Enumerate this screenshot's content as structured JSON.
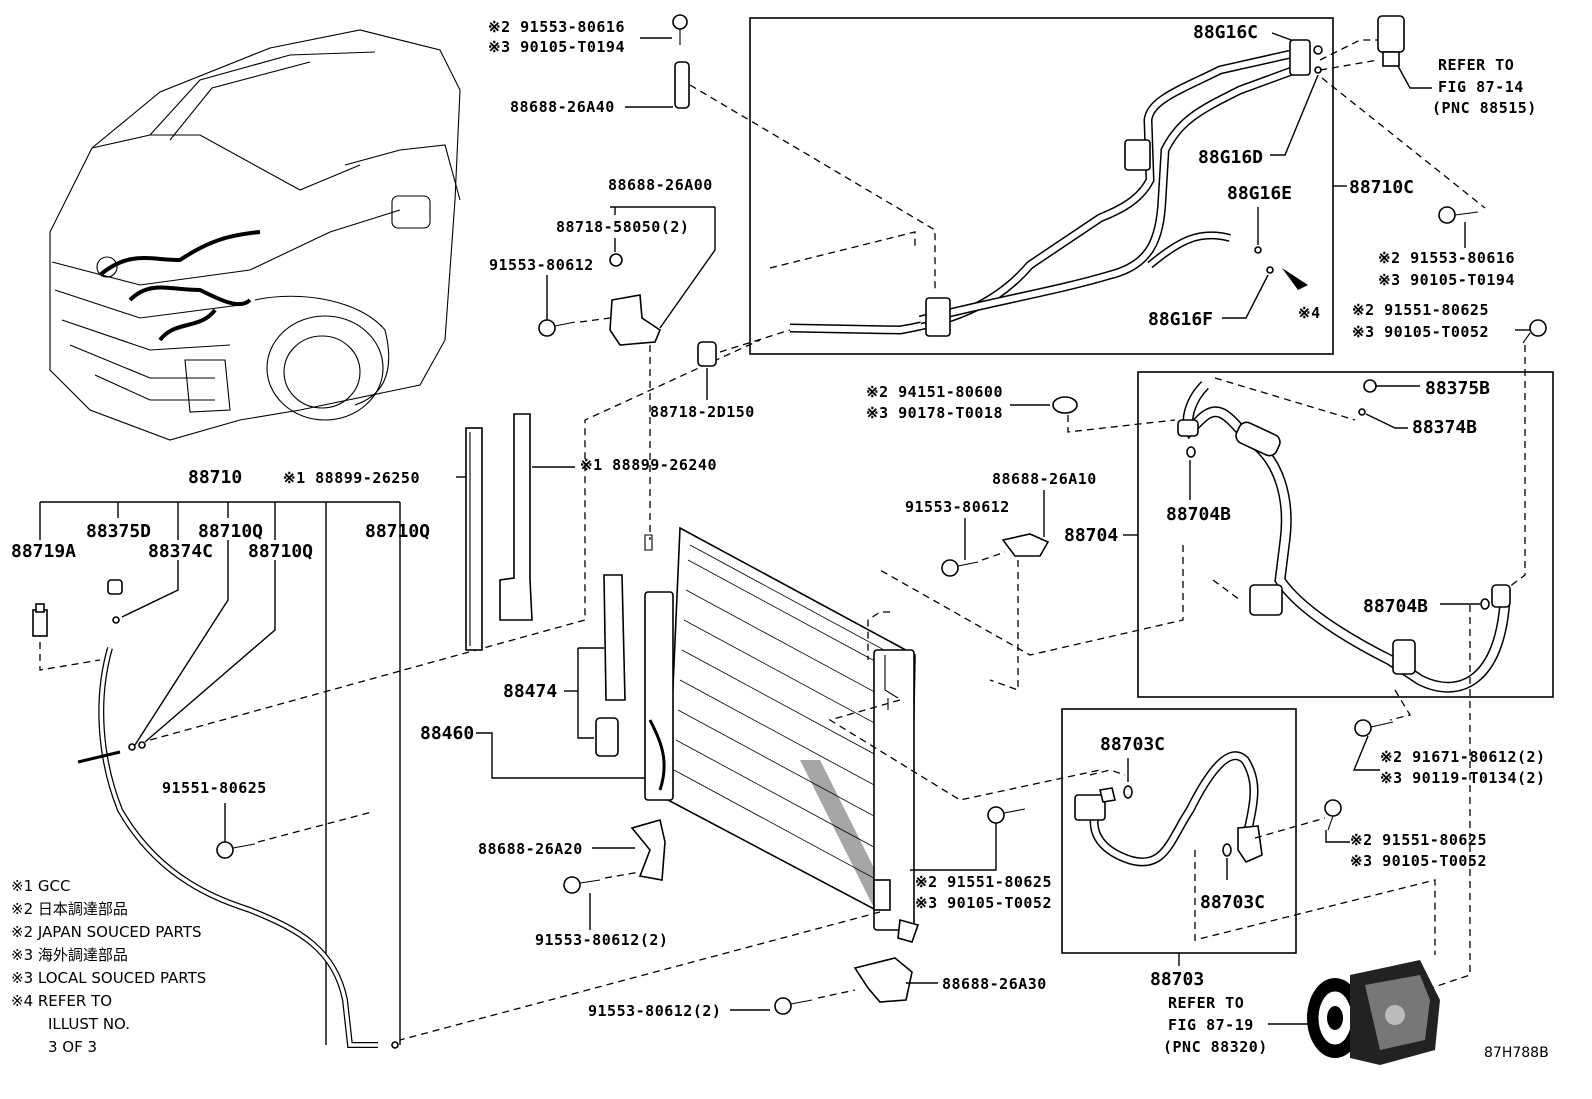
{
  "labels": {
    "p88G16C": "88G16C",
    "p88G16D": "88G16D",
    "p88G16E": "88G16E",
    "p88G16F": "88G16F",
    "p88710C": "88710C",
    "note4a": "※4",
    "refer_top": [
      "REFER TO",
      "FIG 87-14",
      "(PNC 88515)"
    ],
    "bolt_top_a": "※2 91553-80616",
    "bolt_top_b": "※3 90105-T0194",
    "p88688_26A40": "88688-26A40",
    "p88688_26A00": "88688-26A00",
    "p88718_58050": "88718-58050(2)",
    "p91553_80612_a": "91553-80612",
    "p88718_2D150": "88718-2D150",
    "p88899_26250": "※1 88899-26250",
    "p88899_26240": "※1 88899-26240",
    "bolt_r1_a": "※2 91553-80616",
    "bolt_r1_b": "※3 90105-T0194",
    "bolt_r2_a": "※2 91551-80625",
    "bolt_r2_b": "※3 90105-T0052",
    "nut_a": "※2 94151-80600",
    "nut_b": "※3 90178-T0018",
    "p88375B": "88375B",
    "p88374B": "88374B",
    "p88688_26A10": "88688-26A10",
    "p91553_80612_b": "91553-80612",
    "p88704": "88704",
    "p88704B_a": "88704B",
    "p88704B_b": "88704B",
    "p88710": "88710",
    "p88375D": "88375D",
    "p88710Q_a": "88710Q",
    "p88710Q_b": "88710Q",
    "p88710Q_c": "88710Q",
    "p88719A": "88719A",
    "p88374C": "88374C",
    "p88474": "88474",
    "p88460": "88460",
    "p91551_80625": "91551-80625",
    "bolt_r3_a": "※2 91671-80612(2)",
    "bolt_r3_b": "※3 90119-T0134(2)",
    "p88703C_a": "88703C",
    "p88703C_b": "88703C",
    "bolt_r4_a": "※2 91551-80625",
    "bolt_r4_b": "※3 90105-T0052",
    "bolt_m_a": "※2 91551-80625",
    "bolt_m_b": "※3 90105-T0052",
    "p88688_26A20": "88688-26A20",
    "p91553_80612_c": "91553-80612(2)",
    "p88688_26A30": "88688-26A30",
    "p91553_80612_d": "91553-80612(2)",
    "p88703": "88703",
    "refer_bottom": [
      "REFER TO",
      "FIG 87-19",
      "(PNC 88320)"
    ],
    "figure_code": "87H788B"
  },
  "notes": [
    "※1 GCC",
    "※2 日本調達部品",
    "※2 JAPAN SOUCED PARTS",
    "※3 海外調達部品",
    "※3 LOCAL SOUCED PARTS",
    "※4  REFER TO",
    "ILLUST NO.",
    "3 OF 3"
  ]
}
